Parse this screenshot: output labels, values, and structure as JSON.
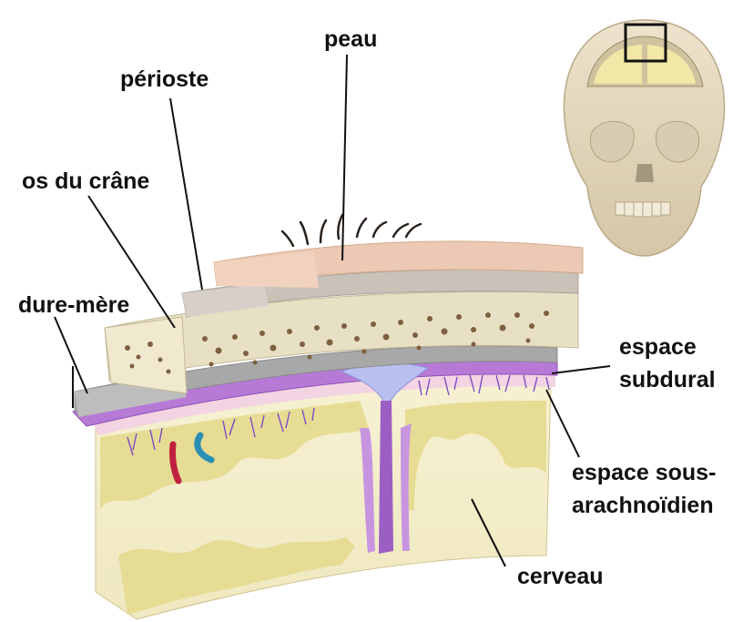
{
  "labels": {
    "peau": "peau",
    "perioste": "périoste",
    "os_du_crane": "os du crâne",
    "dure_mere": "dure-mère",
    "espace_subdural_1": "espace",
    "espace_subdural_2": "subdural",
    "espace_sous_arach_1": "espace sous-",
    "espace_sous_arach_2": "arachnoïdien",
    "cerveau": "cerveau"
  },
  "colors": {
    "skin": "#ecc9b4",
    "periosteum": "#c9c2b8",
    "bone": "#e8e0c4",
    "bone_pores": "#8a6a45",
    "dura": "#a8a8a8",
    "arachnoid": "#b97fd6",
    "pia": "#f2d7e2",
    "grey_matter": "#e5dea0",
    "white_matter": "#f4efc9",
    "sinus": "#b9bff0",
    "skull": "#e2d6bd"
  }
}
